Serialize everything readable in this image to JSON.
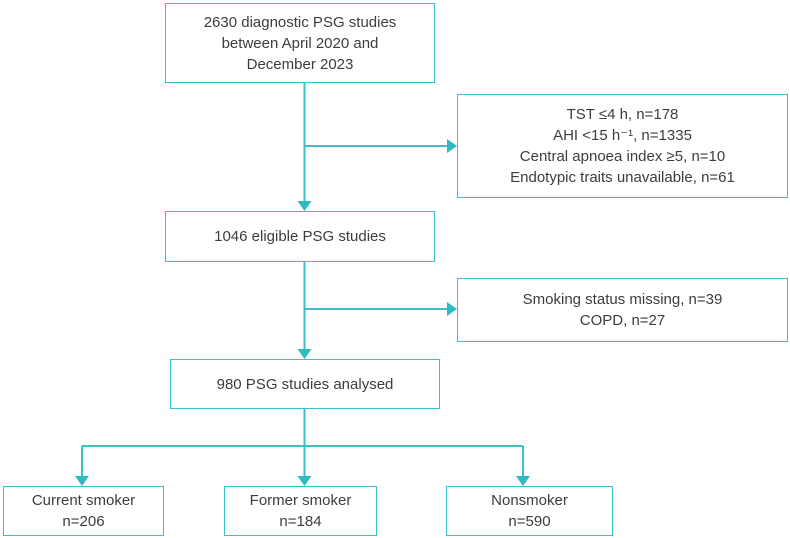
{
  "diagram": {
    "type": "flowchart",
    "accent_color": "#3bbfc8",
    "arrow_color": "#2fb9c3",
    "text_color": "#3d3d3d",
    "background_color": "#ffffff"
  },
  "boxes": {
    "total": {
      "lines": [
        "2630 diagnostic PSG studies",
        "between April 2020 and",
        "December 2023"
      ]
    },
    "exclusion1": {
      "lines": [
        "TST ≤4 h, n=178",
        "AHI <15 h⁻¹, n=1335",
        "Central apnoea index ≥5, n=10",
        "Endotypic traits unavailable, n=61"
      ]
    },
    "eligible": {
      "lines": [
        "1046 eligible PSG studies"
      ]
    },
    "exclusion2": {
      "lines": [
        "Smoking status missing, n=39",
        "COPD, n=27"
      ]
    },
    "analysed": {
      "lines": [
        "980 PSG studies analysed"
      ]
    },
    "current_smoker": {
      "lines": [
        "Current smoker",
        "n=206"
      ]
    },
    "former_smoker": {
      "lines": [
        "Former smoker",
        "n=184"
      ]
    },
    "nonsmoker": {
      "lines": [
        "Nonsmoker",
        "n=590"
      ]
    }
  }
}
